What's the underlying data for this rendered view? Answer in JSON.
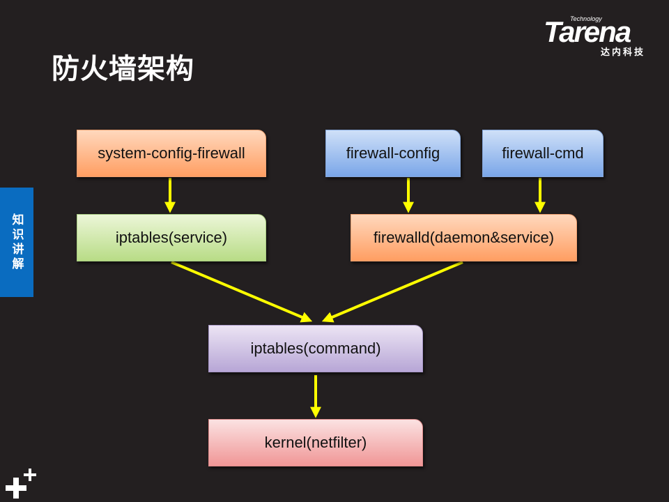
{
  "title": "防火墙架构",
  "logo": {
    "brand": "Tarena",
    "tagline": "Technology",
    "subtitle": "达内科技"
  },
  "side_tab": {
    "label": "知识讲解"
  },
  "diagram": {
    "nodes": {
      "system_config_firewall": "system-config-firewall",
      "firewall_config": "firewall-config",
      "firewall_cmd": "firewall-cmd",
      "iptables_service": "iptables(service)",
      "firewalld": "firewalld(daemon&service)",
      "iptables_command": "iptables(command)",
      "kernel": "kernel(netfilter)"
    },
    "edges": [
      [
        "system_config_firewall",
        "iptables_service"
      ],
      [
        "firewall_config",
        "firewalld"
      ],
      [
        "firewall_cmd",
        "firewalld"
      ],
      [
        "iptables_service",
        "iptables_command"
      ],
      [
        "firewalld",
        "iptables_command"
      ],
      [
        "iptables_command",
        "kernel"
      ]
    ]
  },
  "colors": {
    "background": "#231f20",
    "arrow": "#ffff00",
    "side_tab": "#0a6cc0"
  }
}
